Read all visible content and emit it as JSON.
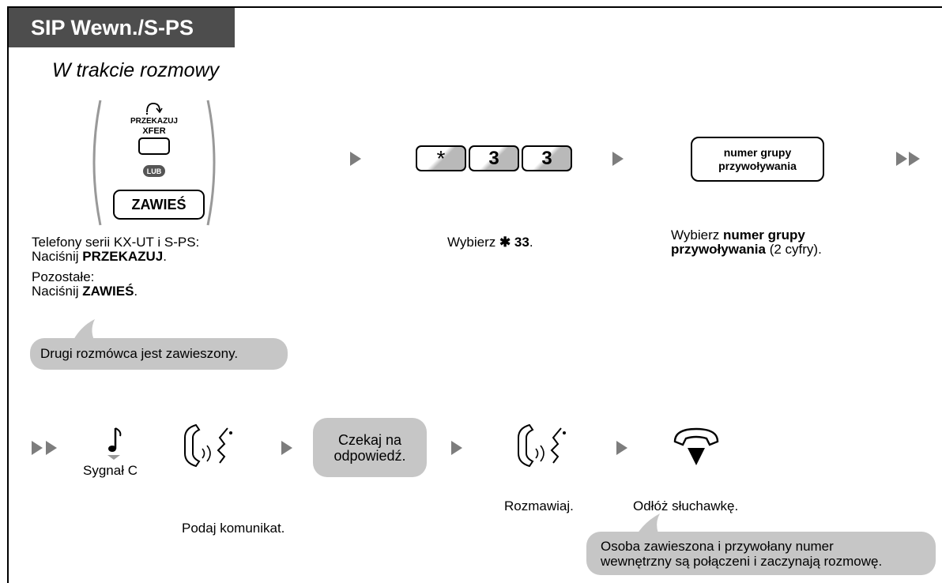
{
  "header": {
    "title": "SIP Wewn./S-PS"
  },
  "subtitle": "W trakcie rozmowy",
  "step1": {
    "przekazuj_small": "PRZEKAZUJ",
    "xfer_small": "XFER",
    "lub": "LUB",
    "zawies_key": "ZAWIEŚ",
    "line1": "Telefony serii KX-UT i S-PS:",
    "line2_prefix": "Naciśnij ",
    "line2_bold": "PRZEKAZUJ",
    "line2_suffix": ".",
    "line3": "Pozostałe:",
    "line4_prefix": "Naciśnij ",
    "line4_bold": "ZAWIEŚ",
    "line4_suffix": ".",
    "bubble": "Drugi rozmówca jest zawieszony."
  },
  "step2": {
    "keys": [
      "*",
      "3",
      "3"
    ],
    "caption_prefix": "Wybierz ",
    "caption_bold": "✱ 33",
    "caption_suffix": "."
  },
  "step3": {
    "button_line1": "numer grupy",
    "button_line2": "przywoływania",
    "caption_prefix": "Wybierz ",
    "caption_bold1": "numer grupy",
    "caption_bold2": "przywoływania",
    "caption_suffix": " (2 cyfry)."
  },
  "row2": {
    "tone_label": "Sygnał C",
    "announce_label": "Podaj komunikat.",
    "wait_bubble_line1": "Czekaj na",
    "wait_bubble_line2": "odpowiedź.",
    "talk_label": "Rozmawiaj.",
    "hangup_label": "Odłóż słuchawkę.",
    "final_bubble_line1": "Osoba zawieszona i przywołany numer",
    "final_bubble_line2": "wewnętrzny są połączeni i zaczynają rozmowę."
  },
  "colors": {
    "header_bg": "#4d4d4d",
    "bubble_bg": "#c6c6c6",
    "arrow": "#7d7d7d"
  }
}
